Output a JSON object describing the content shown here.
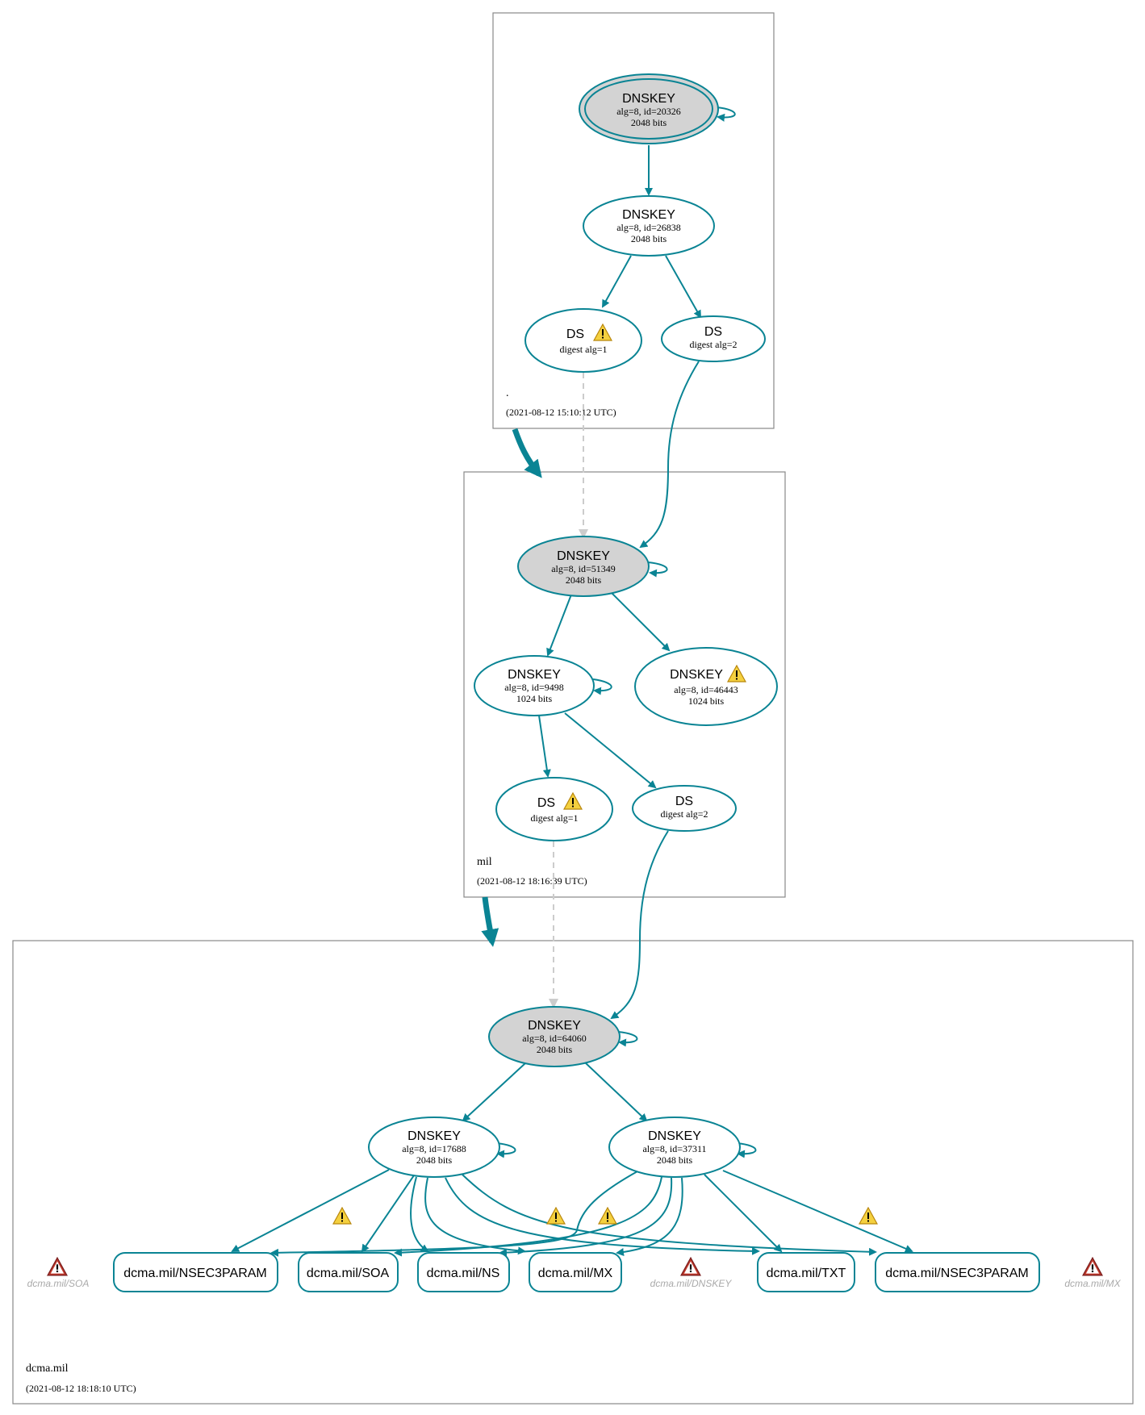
{
  "zones": [
    {
      "name": ".",
      "timestamp": "(2021-08-12 15:10:12 UTC)"
    },
    {
      "name": "mil",
      "timestamp": "(2021-08-12 18:16:39 UTC)"
    },
    {
      "name": "dcma.mil",
      "timestamp": "(2021-08-12 18:18:10 UTC)"
    }
  ],
  "nodes": {
    "root_ksk": {
      "title": "DNSKEY",
      "line1": "alg=8, id=20326",
      "line2": "2048 bits"
    },
    "root_zsk": {
      "title": "DNSKEY",
      "line1": "alg=8, id=26838",
      "line2": "2048 bits"
    },
    "root_ds1": {
      "title": "DS",
      "line1": "digest alg=1"
    },
    "root_ds2": {
      "title": "DS",
      "line1": "digest alg=2"
    },
    "mil_ksk": {
      "title": "DNSKEY",
      "line1": "alg=8, id=51349",
      "line2": "2048 bits"
    },
    "mil_zsk1": {
      "title": "DNSKEY",
      "line1": "alg=8, id=9498",
      "line2": "1024 bits"
    },
    "mil_zsk2": {
      "title": "DNSKEY",
      "line1": "alg=8, id=46443",
      "line2": "1024 bits"
    },
    "mil_ds1": {
      "title": "DS",
      "line1": "digest alg=1"
    },
    "mil_ds2": {
      "title": "DS",
      "line1": "digest alg=2"
    },
    "dcma_ksk": {
      "title": "DNSKEY",
      "line1": "alg=8, id=64060",
      "line2": "2048 bits"
    },
    "dcma_zsk1": {
      "title": "DNSKEY",
      "line1": "alg=8, id=17688",
      "line2": "2048 bits"
    },
    "dcma_zsk2": {
      "title": "DNSKEY",
      "line1": "alg=8, id=37311",
      "line2": "2048 bits"
    }
  },
  "rrsets": [
    "dcma.mil/NSEC3PARAM",
    "dcma.mil/SOA",
    "dcma.mil/NS",
    "dcma.mil/MX",
    "dcma.mil/TXT",
    "dcma.mil/NSEC3PARAM"
  ],
  "missing_rrsets": [
    "dcma.mil/SOA",
    "dcma.mil/DNSKEY",
    "dcma.mil/MX"
  ],
  "colors": {
    "edge": "#0a8494",
    "ksk_fill": "#d3d3d3",
    "warning": "#f4d03f",
    "error": "#c0392b",
    "insecure_edge": "#cccccc"
  }
}
